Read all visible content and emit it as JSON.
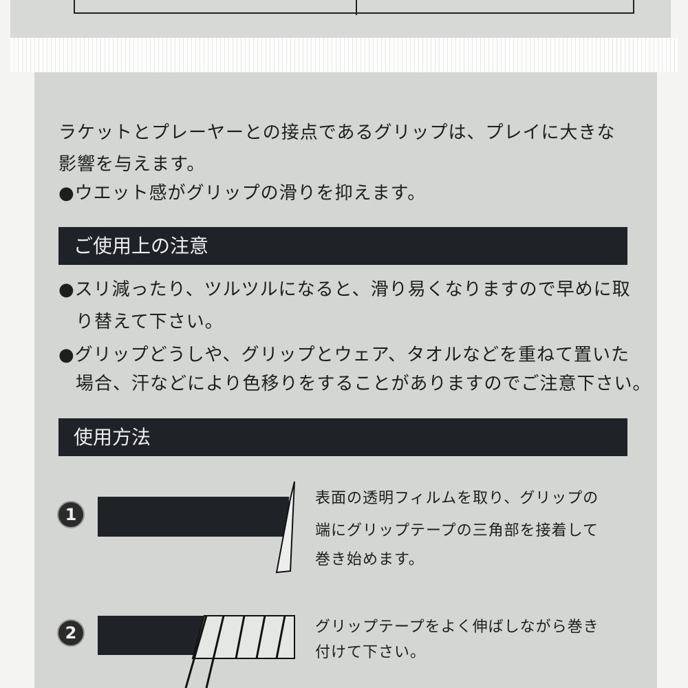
{
  "intro": {
    "line1": "ラケットとプレーヤーとの接点であるグリップは、プレイに大きな",
    "line2": "影響を与えます。",
    "bullet": "●ウエット感がグリップの滑りを抑えます。"
  },
  "caution": {
    "heading": "ご使用上の注意",
    "items": [
      {
        "line1": "●スリ減ったり、ツルツルになると、滑り易くなりますので早めに取",
        "line2": "り替えて下さい。"
      },
      {
        "line1": "●グリップどうしや、グリップとウェア、タオルなどを重ねて置いた",
        "line2": "場合、汗などにより色移りをすることがありますのでご注意下さい。"
      }
    ]
  },
  "usage": {
    "heading": "使用方法",
    "steps": [
      {
        "number": "1",
        "lines": [
          "表面の透明フィルムを取り、グリップの",
          "端にグリップテープの三角部を接着して",
          "巻き始めます。"
        ]
      },
      {
        "number": "2",
        "lines": [
          "グリップテープをよく伸ばしながら巻き",
          "付けて下さい。"
        ]
      }
    ]
  },
  "colors": {
    "panel": "#d3d6d2",
    "heading_bar": "#1f2328"
  }
}
